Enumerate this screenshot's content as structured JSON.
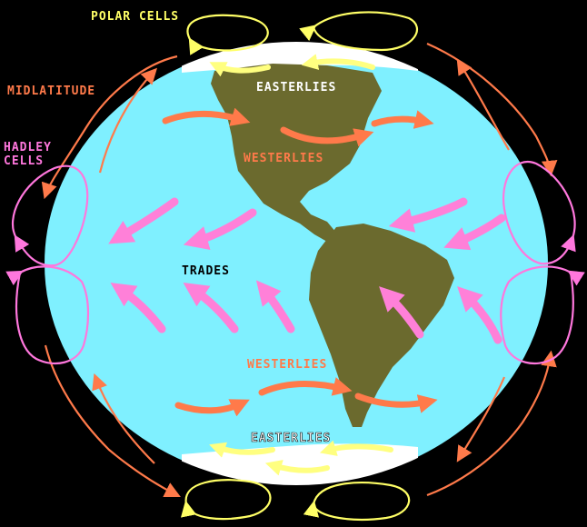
{
  "labels": {
    "polar_cells": "POLAR CELLS",
    "midlatitude": "MIDLATITUDE",
    "hadley_line1": "HADLEY",
    "hadley_line2": "CELLS",
    "easterlies_north": "EASTERLIES",
    "westerlies_north": "WESTERLIES",
    "trades": "TRADES",
    "westerlies_south": "WESTERLIES",
    "easterlies_south": "EASTERLIES"
  },
  "colors": {
    "background": "#000000",
    "ocean": "#7ff0ff",
    "land": "#6b6a2e",
    "ice": "#ffffff",
    "polar": "#ffff66",
    "midlatitude": "#ff7a4a",
    "hadley": "#ff77dd",
    "trades_arrow": "#ff80d8",
    "westerlies_arrow": "#ff7a4a",
    "easterlies_arrow": "#ffff80",
    "label_white": "#ffffff",
    "label_black": "#000000"
  }
}
